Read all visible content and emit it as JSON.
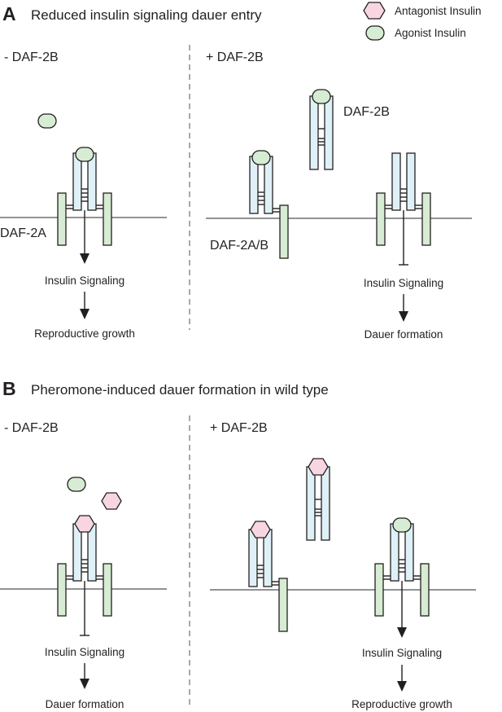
{
  "panel_a": {
    "letter": "A",
    "title": "Reduced insulin signaling dauer entry",
    "left_heading": "- DAF-2B",
    "right_heading": "+ DAF-2B",
    "label_daf2a": "DAF-2A",
    "label_daf2b": "DAF-2B",
    "label_daf2ab": "DAF-2A/B",
    "left_signal": "Insulin Signaling",
    "left_outcome": "Reproductive growth",
    "right_signal": "Insulin Signaling",
    "right_outcome": "Dauer formation"
  },
  "panel_b": {
    "letter": "B",
    "title": "Pheromone-induced dauer formation in wild type",
    "left_heading": "- DAF-2B",
    "right_heading": "+ DAF-2B",
    "left_signal": "Insulin Signaling",
    "left_outcome": "Dauer formation",
    "right_signal": "Insulin Signaling",
    "right_outcome": "Reproductive growth"
  },
  "legend": {
    "antagonist": "Antagonist Insulin",
    "agonist": "Agonist Insulin"
  },
  "colors": {
    "receptor_fill": "#dff1f7",
    "transmembrane_fill": "#d6ecd3",
    "agonist_fill": "#d6ecd3",
    "antagonist_fill": "#f8d6e1",
    "line": "#231f20",
    "membrane": "#6d6e71"
  }
}
